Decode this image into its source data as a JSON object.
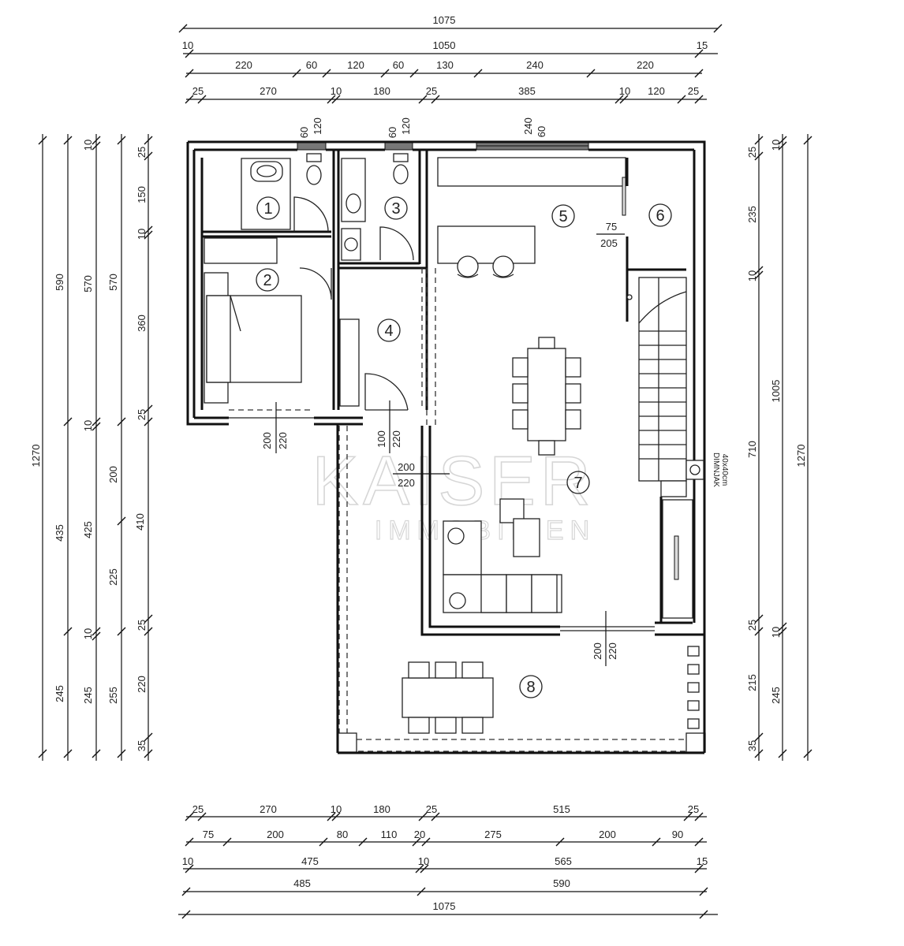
{
  "watermark": {
    "brand": "KAISER",
    "sub": "IMMOBILIEN"
  },
  "rooms": [
    {
      "label": "1"
    },
    {
      "label": "2"
    },
    {
      "label": "3"
    },
    {
      "label": "4"
    },
    {
      "label": "5"
    },
    {
      "label": "6"
    },
    {
      "label": "7"
    },
    {
      "label": "8"
    }
  ],
  "chimney": {
    "line1": "DIMNJAK",
    "line2": "40x40cm"
  },
  "dims": {
    "top": {
      "row1": [
        "1075"
      ],
      "row2": [
        "10",
        "1050",
        "15"
      ],
      "row3": [
        "220",
        "60",
        "120",
        "60",
        "130",
        "240",
        "220"
      ],
      "row4": [
        "25",
        "270",
        "10",
        "180",
        "25",
        "385",
        "10",
        "120",
        "25"
      ]
    },
    "bottom": {
      "row1": [
        "25",
        "270",
        "10",
        "180",
        "25",
        "515",
        "25"
      ],
      "row2": [
        "75",
        "200",
        "80",
        "110",
        "20",
        "275",
        "200",
        "90"
      ],
      "row3": [
        "10",
        "475",
        "10",
        "565",
        "15"
      ],
      "row4": [
        "485",
        "590"
      ],
      "row5": [
        "1075"
      ]
    },
    "left": {
      "col1": [
        "1270"
      ],
      "col2": [
        "590",
        "435",
        "245"
      ],
      "col3": [
        "10",
        "570",
        "10",
        "425",
        "10",
        "245"
      ],
      "col4": [
        "570",
        "200",
        "410",
        "225",
        "255"
      ],
      "col5": [
        "25",
        "150",
        "10",
        "360",
        "25",
        "25",
        "220",
        "35"
      ]
    },
    "right": {
      "col1": [
        "25",
        "235",
        "10",
        "710",
        "25",
        "215",
        "35"
      ],
      "col2": [
        "10",
        "1005",
        "10",
        "245"
      ],
      "col3": [
        "1270"
      ]
    },
    "openings": {
      "window_bath1": [
        "60",
        "120"
      ],
      "window_bath3": [
        "60",
        "120"
      ],
      "window_kitchen": [
        "240",
        "60"
      ],
      "door_6": [
        "75",
        "205"
      ],
      "window_bed": [
        "200",
        "220"
      ],
      "door_hall": [
        "100",
        "220"
      ],
      "door_inner": [
        "200",
        "220"
      ],
      "terrace_door": [
        "200",
        "220"
      ]
    }
  }
}
